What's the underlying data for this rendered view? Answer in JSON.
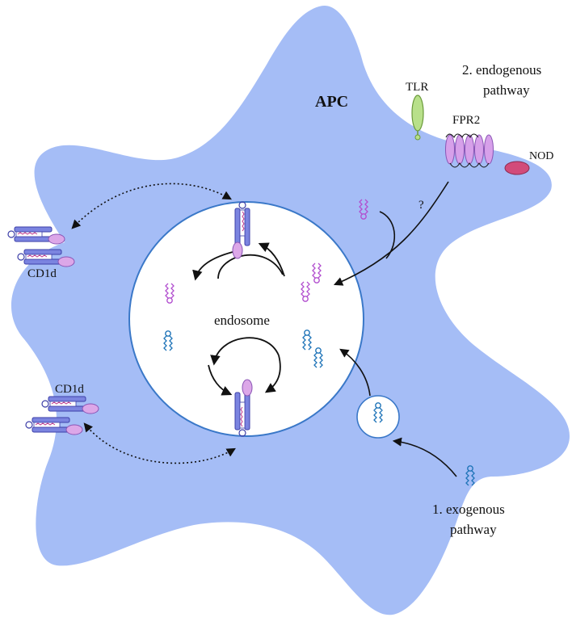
{
  "labels": {
    "cell": "APC",
    "tlr": "TLR",
    "fpr2": "FPR2",
    "nod": "NOD",
    "endosome": "endosome",
    "cd1d_top": "CD1d",
    "cd1d_bottom": "CD1d",
    "question": "?",
    "endogenous_line1": "2. endogenous",
    "endogenous_line2": "pathway",
    "exogenous_line1": "1. exogenous",
    "exogenous_line2": "pathway"
  },
  "colors": {
    "cell_fill": "#a5bdf6",
    "endosome_fill": "#ffffff",
    "endosome_stroke": "#3a78c8",
    "endogenous_lipid": "#b24fcf",
    "exogenous_lipid": "#1f74b8",
    "tlr_fill": "#b8e08a",
    "fpr2_fill": "#d7a0ea",
    "nod_fill": "#d24b7a",
    "cd1d_fill": "#7b84e0",
    "cd1d_pink": "#dca7e8"
  }
}
